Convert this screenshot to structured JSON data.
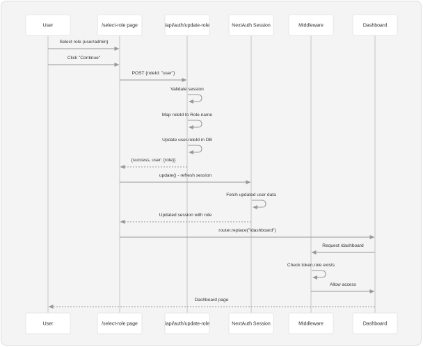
{
  "participants": [
    {
      "id": "user",
      "label": "User"
    },
    {
      "id": "page",
      "label": "/select-role page"
    },
    {
      "id": "api",
      "label": "/api/auth/update-role"
    },
    {
      "id": "session",
      "label": "NextAuth Session"
    },
    {
      "id": "middleware",
      "label": "Middleware"
    },
    {
      "id": "dashboard",
      "label": "Dashboard"
    }
  ],
  "messages": [
    {
      "from": "user",
      "to": "page",
      "label": "Select role (user/admin)",
      "style": "solid"
    },
    {
      "from": "user",
      "to": "page",
      "label": "Click \"Continue\"",
      "style": "solid"
    },
    {
      "from": "page",
      "to": "api",
      "label": "POST {roleId: \"user\"}",
      "style": "solid"
    },
    {
      "from": "api",
      "to": "api",
      "label": "Validate session",
      "style": "self"
    },
    {
      "from": "api",
      "to": "api",
      "label": "Map roleId to Role.name",
      "style": "self"
    },
    {
      "from": "api",
      "to": "api",
      "label": "Update user.roleId in DB",
      "style": "self"
    },
    {
      "from": "api",
      "to": "page",
      "label": "{success, user: {role}}",
      "style": "dashed"
    },
    {
      "from": "page",
      "to": "session",
      "label": "update() - refresh session",
      "style": "solid"
    },
    {
      "from": "session",
      "to": "session",
      "label": "Fetch updated user data",
      "style": "self"
    },
    {
      "from": "session",
      "to": "page",
      "label": "Updated session with role",
      "style": "dashed"
    },
    {
      "from": "page",
      "to": "dashboard",
      "label": "router.replace(\"/dashboard\")",
      "style": "solid"
    },
    {
      "from": "dashboard",
      "to": "middleware",
      "label": "Request /dashboard",
      "style": "solid"
    },
    {
      "from": "middleware",
      "to": "middleware",
      "label": "Check token.role exists",
      "style": "self"
    },
    {
      "from": "middleware",
      "to": "dashboard",
      "label": "Allow access",
      "style": "solid"
    },
    {
      "from": "dashboard",
      "to": "user",
      "label": "Dashboard page",
      "style": "dashed"
    }
  ]
}
